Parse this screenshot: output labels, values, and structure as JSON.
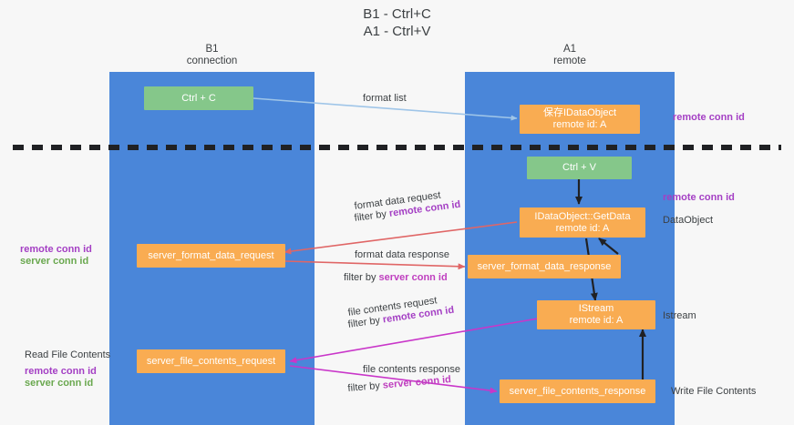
{
  "title": {
    "line1": "B1 - Ctrl+C",
    "line2": "A1 - Ctrl+V"
  },
  "colors": {
    "lane": "#4a86d9",
    "green_node": "#85c78a",
    "orange_node": "#f9ac52",
    "purple_text": "#a43fc4",
    "green_text": "#6aa84f",
    "magenta_text": "#bf3fbf",
    "red_arrow": "#e06666",
    "blue_arrow": "#9fc5e8",
    "magenta_arrow": "#c936c9",
    "black_arrow": "#202124",
    "divider": "#202124",
    "background": "#f7f7f7"
  },
  "lanes": [
    {
      "name": "left-lane",
      "title": "B1",
      "subtitle": "connection"
    },
    {
      "name": "right-lane",
      "title": "A1",
      "subtitle": "remote"
    }
  ],
  "nodes": [
    {
      "id": "ctrl-c",
      "color": "green",
      "line1": "Ctrl + C",
      "line2": ""
    },
    {
      "id": "save-idataobject",
      "color": "orange",
      "line1": "保存IDataObject",
      "line2": "remote id: A"
    },
    {
      "id": "ctrl-v",
      "color": "green",
      "line1": "Ctrl + V",
      "line2": ""
    },
    {
      "id": "idataobject-getdata",
      "color": "orange",
      "line1": "IDataObject::GetData",
      "line2": "remote id: A"
    },
    {
      "id": "server-format-data-request",
      "color": "orange",
      "line1": "server_format_data_request",
      "line2": ""
    },
    {
      "id": "server-format-data-response",
      "color": "orange",
      "line1": "server_format_data_response",
      "line2": ""
    },
    {
      "id": "istream",
      "color": "orange",
      "line1": "IStream",
      "line2": "remote id: A"
    },
    {
      "id": "server-file-contents-request",
      "color": "orange",
      "line1": "server_file_contents_request",
      "line2": ""
    },
    {
      "id": "server-file-contents-response",
      "color": "orange",
      "line1": "server_file_contents_response",
      "line2": ""
    }
  ],
  "arrow_labels": {
    "format_list": "format list",
    "format_data_request": "format data request",
    "format_data_request_filter_prefix": "filter by ",
    "format_data_request_filter_key": "remote conn id",
    "format_data_response": "format data response",
    "format_data_response_filter_prefix": "filter by ",
    "format_data_response_filter_key": "server conn id",
    "file_contents_request": "file contents request",
    "file_contents_request_filter_prefix": "filter by ",
    "file_contents_request_filter_key": "remote conn id",
    "file_contents_response": "file contents response",
    "file_contents_response_filter_prefix": "filter by ",
    "file_contents_response_filter_key": "server conn id"
  },
  "side_labels": {
    "right_remote_conn_id_top": "remote conn id",
    "right_remote_conn_id_mid": "remote conn id",
    "right_dataobject": "DataObject",
    "right_istream": "Istream",
    "right_write_file_contents": "Write File Contents",
    "left_remote_conn_id": "remote conn id",
    "left_server_conn_id": "server conn id",
    "left_read_file_contents": "Read File Contents",
    "left_remote_conn_id_2": "remote conn id",
    "left_server_conn_id_2": "server conn id"
  }
}
